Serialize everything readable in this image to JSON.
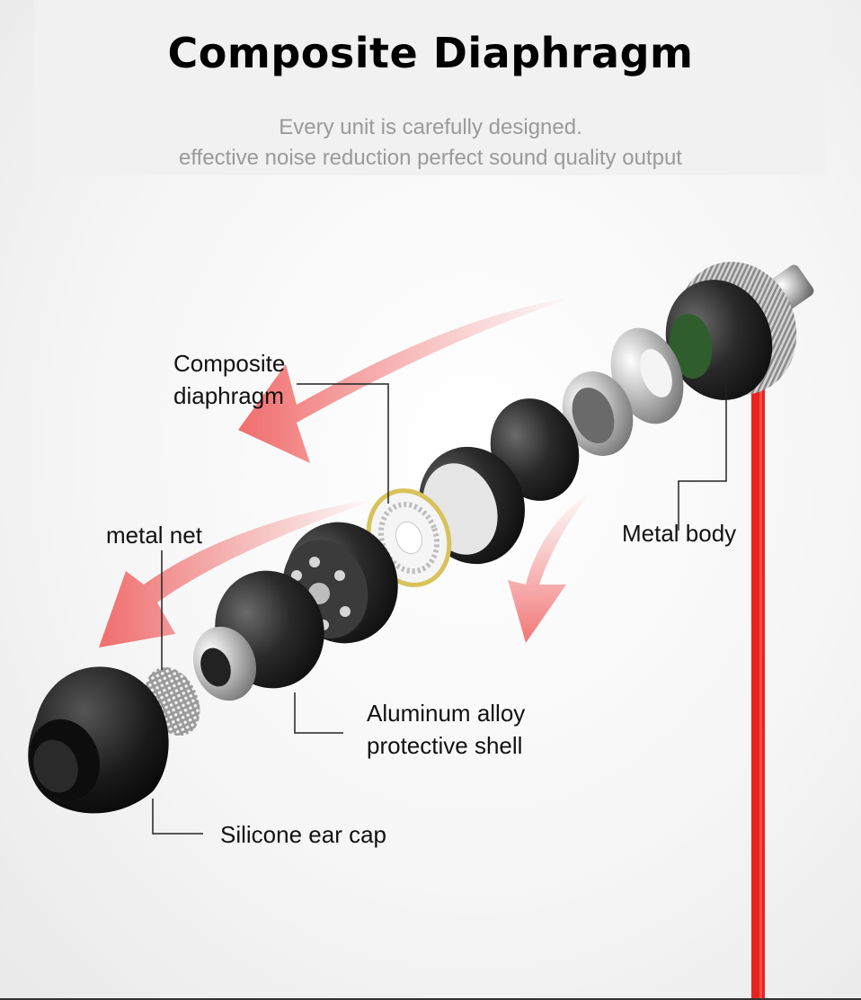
{
  "header": {
    "title": "Composite Diaphragm",
    "subtitle_line1": "Every unit is carefully designed.",
    "subtitle_line2": "effective noise reduction perfect sound quality output"
  },
  "labels": {
    "composite_diaphragm_line1": "Composite",
    "composite_diaphragm_line2": "diaphragm",
    "metal_net": "metal net",
    "metal_body": "Metal body",
    "aluminum_line1": "Aluminum alloy",
    "aluminum_line2": "protective shell",
    "silicone_ear_cap": "Silicone ear cap"
  },
  "colors": {
    "cable": "#e8231f",
    "arrow": "#f26a6a",
    "diaphragm_ring": "#d8c25a",
    "part_dark": "#1d1d1d",
    "seal_green": "#2f5e2c"
  }
}
